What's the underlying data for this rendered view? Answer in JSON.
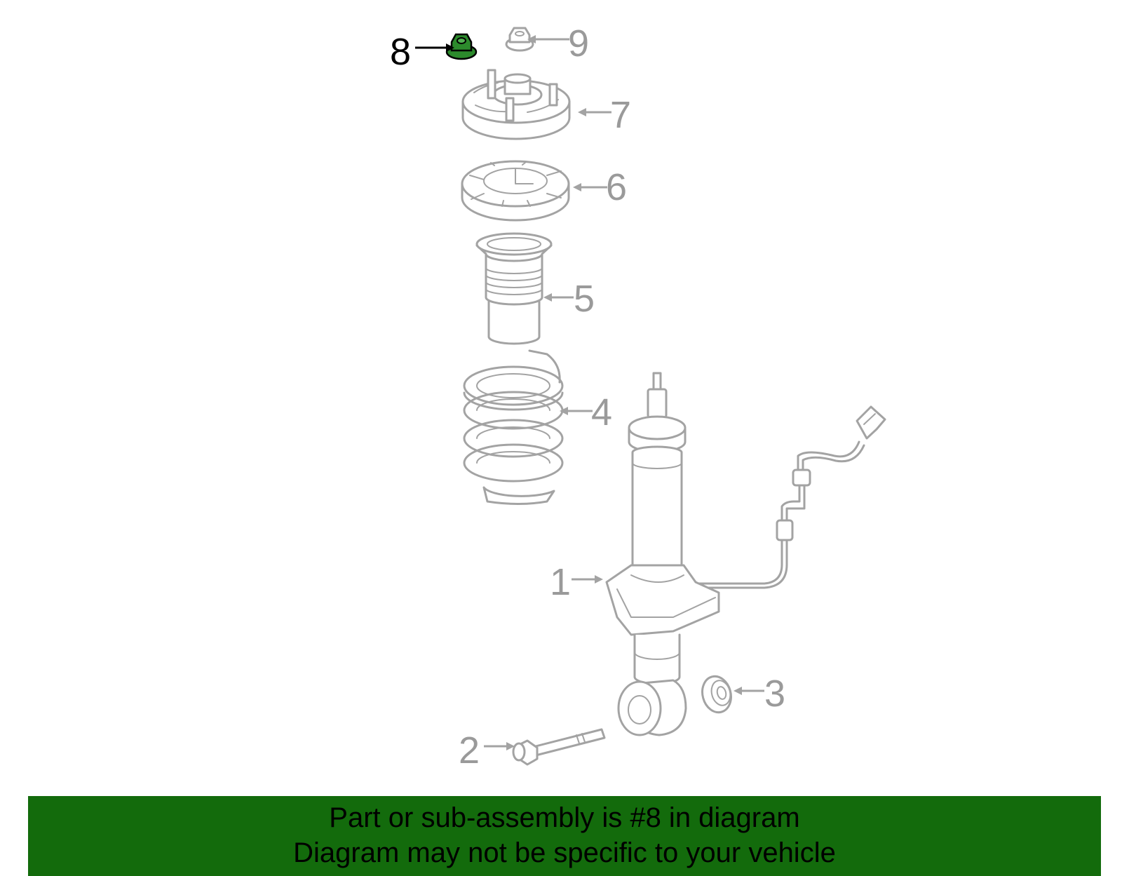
{
  "diagram": {
    "highlighted_callout": "8",
    "callouts": [
      "1",
      "2",
      "3",
      "4",
      "5",
      "6",
      "7",
      "8",
      "9"
    ],
    "colors": {
      "part_line": "#a3a3a3",
      "label_gray": "#9a9a9a",
      "highlight_fill": "#2c8a2c",
      "highlight_label": "#000000"
    }
  },
  "banner": {
    "line1": "Part or sub-assembly is #8 in diagram",
    "line2": "Diagram may not be specific to your vehicle",
    "background": "#136b0c"
  }
}
